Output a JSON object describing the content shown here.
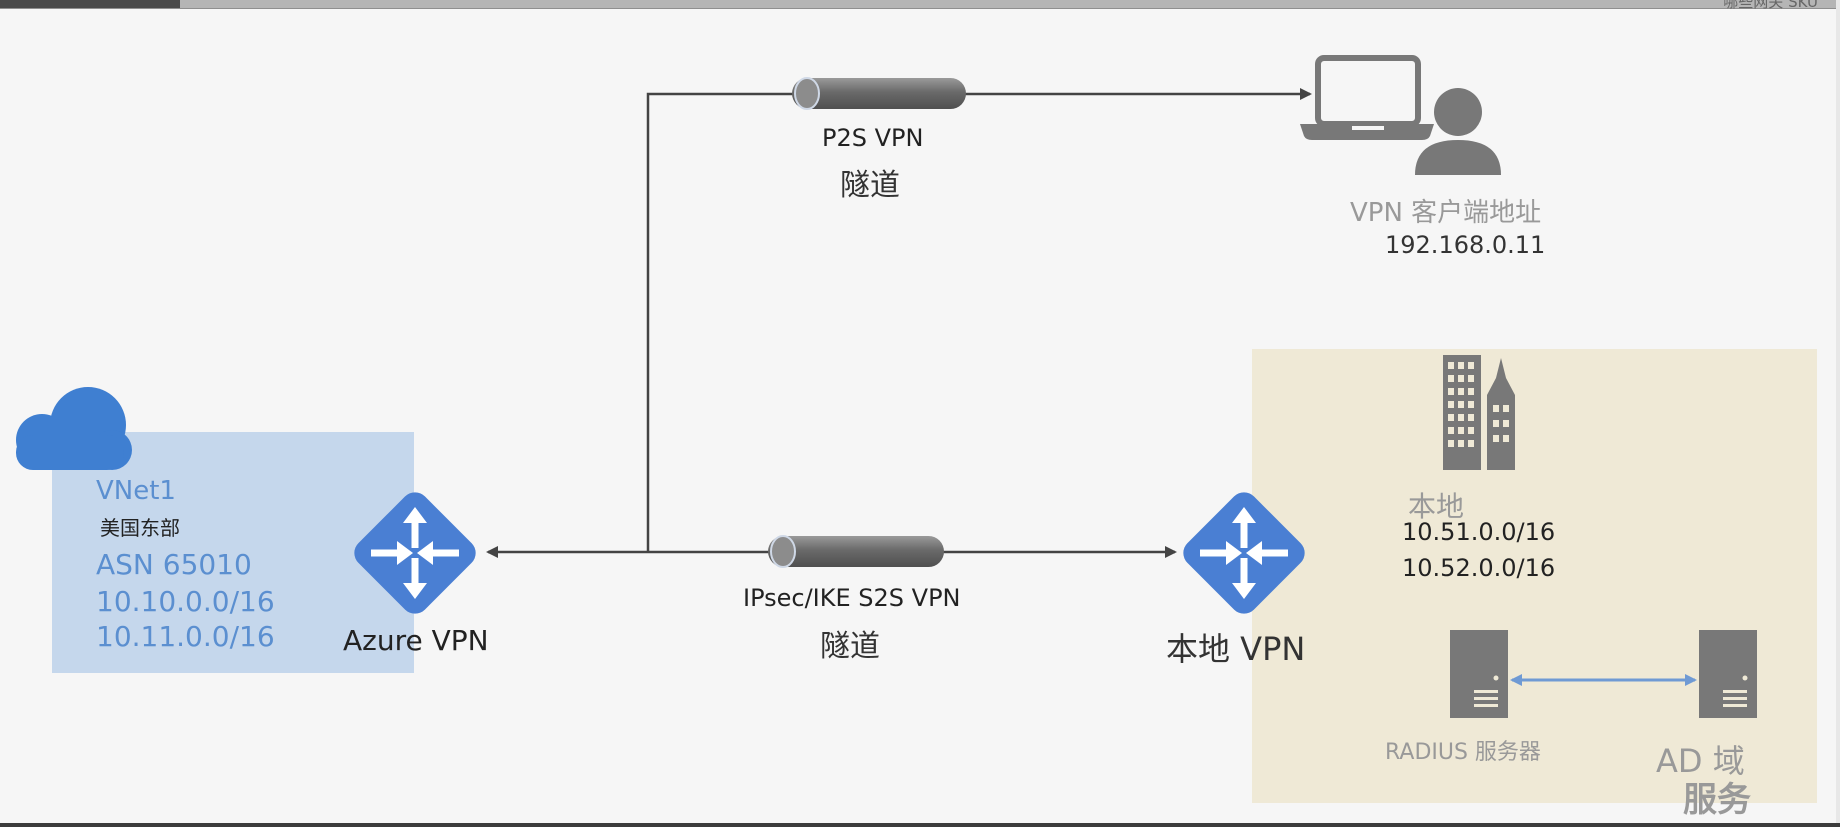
{
  "title_fragment": "哪些网关 SKU",
  "tunnels": {
    "p2s": {
      "label": "P2S VPN",
      "sub": "隧道"
    },
    "s2s": {
      "label": "IPsec/IKE S2S VPN",
      "sub": "隧道"
    }
  },
  "vnet": {
    "name": "VNet1",
    "region": "美国东部",
    "asn": "ASN 65010",
    "prefixes": [
      "10.10.0.0/16",
      "10.11.0.0/16"
    ]
  },
  "azure_vpn": {
    "label": "Azure VPN"
  },
  "onprem_vpn": {
    "label": "本地 VPN"
  },
  "client": {
    "label": "VPN 客户端地址",
    "address": "192.168.0.11"
  },
  "onprem": {
    "label": "本地",
    "prefixes": [
      "10.51.0.0/16",
      "10.52.0.0/16"
    ]
  },
  "servers": {
    "radius": "RADIUS 服务器",
    "ad_line1": "AD 域",
    "ad_line2": "服务"
  },
  "colors": {
    "azure_blue": "#4a7fd3",
    "vnet_box": "#c5d7ec",
    "onprem_box": "#efe9d6",
    "icon_grey": "#787878",
    "link_blue": "#6f9ad4"
  },
  "icons": [
    "cloud-icon",
    "router-icon",
    "laptop-icon",
    "user-icon",
    "building-icon",
    "server-icon",
    "pipe-icon"
  ]
}
